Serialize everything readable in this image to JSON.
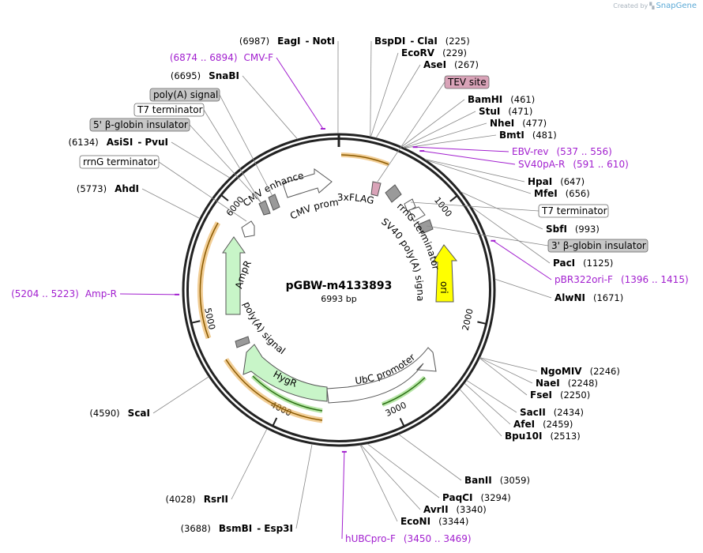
{
  "credit": {
    "prefix": "Created by",
    "brand": "SnapGene"
  },
  "plasmid": {
    "name": "pGBW-m4133893",
    "size_label": "6993 bp",
    "length": 6993
  },
  "ticks": [
    {
      "bp": 1000,
      "label": "1000"
    },
    {
      "bp": 2000,
      "label": "2000"
    },
    {
      "bp": 3000,
      "label": "3000"
    },
    {
      "bp": 4000,
      "label": "4000"
    },
    {
      "bp": 5000,
      "label": "5000"
    },
    {
      "bp": 6000,
      "label": "6000"
    }
  ],
  "sites": [
    {
      "bp": 6987,
      "name": "EagI",
      "name2": "NotI",
      "pos": "(6987)"
    },
    {
      "bp": 225,
      "name": "BspDI",
      "name2": "ClaI",
      "pos": "(225)"
    },
    {
      "bp": 229,
      "name": "EcoRV",
      "pos": "(229)"
    },
    {
      "bp": 267,
      "name": "AseI",
      "pos": "(267)"
    },
    {
      "bp": 461,
      "name": "BamHI",
      "pos": "(461)"
    },
    {
      "bp": 471,
      "name": "StuI",
      "pos": "(471)"
    },
    {
      "bp": 477,
      "name": "NheI",
      "pos": "(477)"
    },
    {
      "bp": 481,
      "name": "BmtI",
      "pos": "(481)"
    },
    {
      "bp": 647,
      "name": "HpaI",
      "pos": "(647)"
    },
    {
      "bp": 656,
      "name": "MfeI",
      "pos": "(656)"
    },
    {
      "bp": 993,
      "name": "SbfI",
      "pos": "(993)"
    },
    {
      "bp": 1125,
      "name": "PacI",
      "pos": "(1125)"
    },
    {
      "bp": 1671,
      "name": "AlwNI",
      "pos": "(1671)"
    },
    {
      "bp": 2246,
      "name": "NgoMIV",
      "pos": "(2246)"
    },
    {
      "bp": 2248,
      "name": "NaeI",
      "pos": "(2248)"
    },
    {
      "bp": 2250,
      "name": "FseI",
      "pos": "(2250)"
    },
    {
      "bp": 2434,
      "name": "SacII",
      "pos": "(2434)"
    },
    {
      "bp": 2459,
      "name": "AfeI",
      "pos": "(2459)"
    },
    {
      "bp": 2513,
      "name": "Bpu10I",
      "pos": "(2513)"
    },
    {
      "bp": 3059,
      "name": "BanII",
      "pos": "(3059)"
    },
    {
      "bp": 3294,
      "name": "PaqCI",
      "pos": "(3294)"
    },
    {
      "bp": 3340,
      "name": "AvrII",
      "pos": "(3340)"
    },
    {
      "bp": 3344,
      "name": "EcoNI",
      "pos": "(3344)"
    },
    {
      "bp": 3688,
      "name": "BsmBI",
      "name2": "Esp3I",
      "pos": "(3688)"
    },
    {
      "bp": 4028,
      "name": "RsrII",
      "pos": "(4028)"
    },
    {
      "bp": 4590,
      "name": "ScaI",
      "pos": "(4590)"
    },
    {
      "bp": 5773,
      "name": "AhdI",
      "pos": "(5773)"
    },
    {
      "bp": 6134,
      "name": "AsiSI",
      "name2": "PvuI",
      "pos": "(6134)"
    },
    {
      "bp": 6695,
      "name": "SnaBI",
      "pos": "(6695)"
    }
  ],
  "primers": [
    {
      "name": "CMV-F",
      "range": "(6874 .. 6894)"
    },
    {
      "name": "EBV-rev",
      "range": "(537 .. 556)"
    },
    {
      "name": "SV40pA-R",
      "range": "(591 .. 610)"
    },
    {
      "name": "pBR322ori-F",
      "range": "(1396 .. 1415)"
    },
    {
      "name": "hUBCpro-F",
      "range": "(3450 .. 3469)"
    },
    {
      "name": "Amp-R",
      "range": "(5204 .. 5223)"
    }
  ],
  "boxed_labels": [
    {
      "text": "TEV site",
      "kind": "pink"
    },
    {
      "text": "T7 terminator",
      "kind": "white"
    },
    {
      "text": "3' β-globin insulator",
      "kind": "gray"
    },
    {
      "text": "poly(A) signal",
      "kind": "gray"
    },
    {
      "text": "T7 terminator",
      "kind": "white"
    },
    {
      "text": "5' β-globin insulator",
      "kind": "gray"
    },
    {
      "text": "rrnG terminator",
      "kind": "white"
    }
  ],
  "features": [
    {
      "name": "3xFLAG"
    },
    {
      "name": "rrnG terminator"
    },
    {
      "name": "SV40 poly(A) signal"
    },
    {
      "name": "ori"
    },
    {
      "name": "UbC promoter"
    },
    {
      "name": "HygR"
    },
    {
      "name": "poly(A) signal"
    },
    {
      "name": "AmpR"
    },
    {
      "name": "CMV enhancer"
    },
    {
      "name": "CMV promoter"
    }
  ],
  "colors": {
    "backbone": "#222222",
    "primer": "#a21fcf",
    "ori": "#ffff00",
    "resistance": "#c8f5c8",
    "orf": "#e8a540",
    "tev": "#d9a3b8",
    "gray_feature": "#9a9a9a"
  }
}
